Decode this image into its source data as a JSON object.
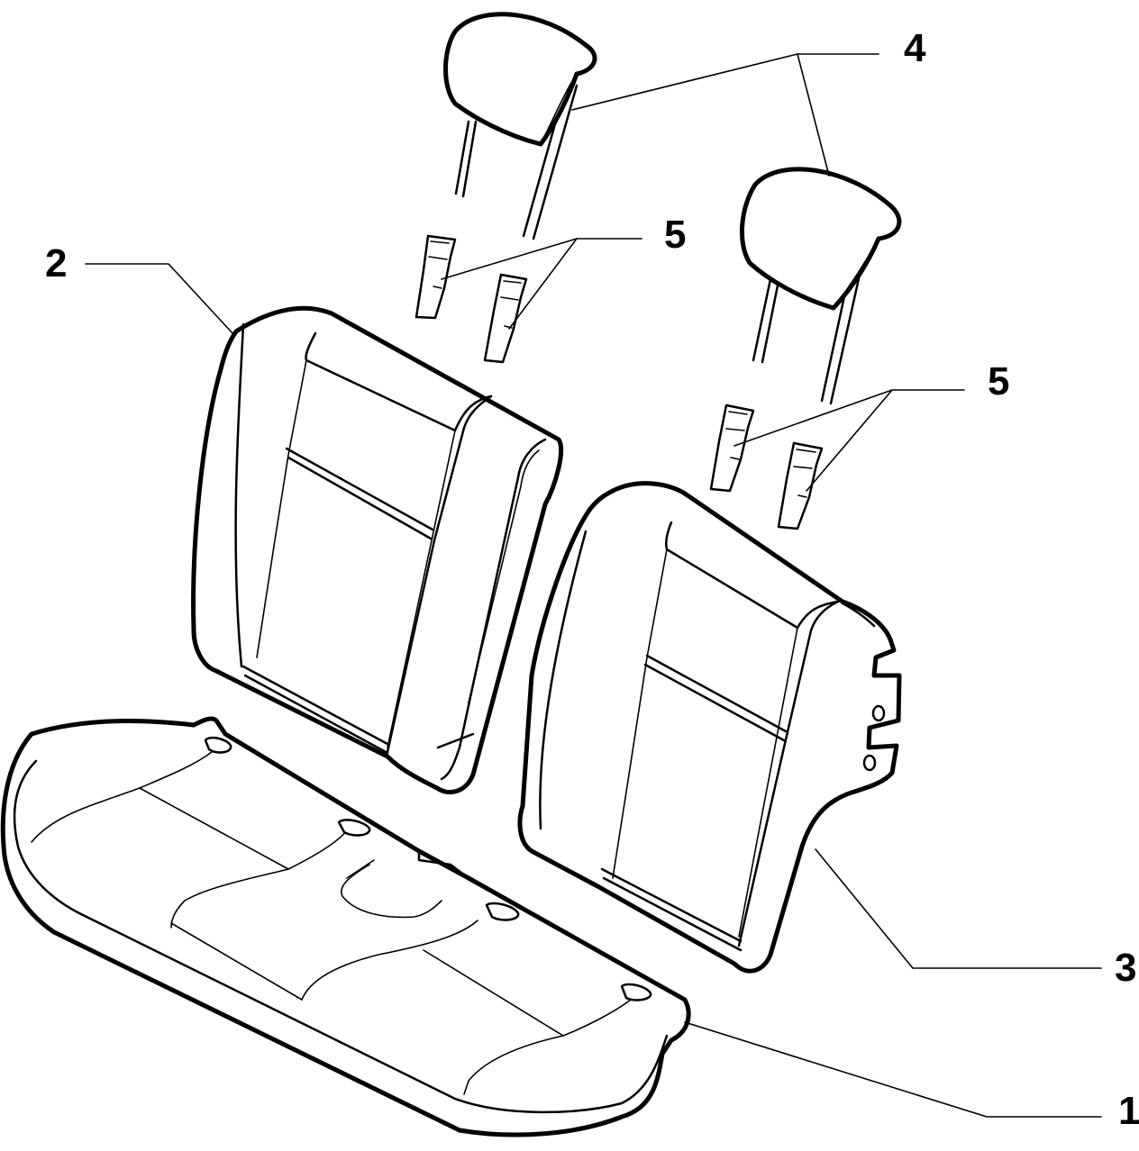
{
  "callouts": {
    "c1": "1",
    "c2": "2",
    "c3": "3",
    "c4": "4",
    "c5a": "5",
    "c5b": "5"
  }
}
